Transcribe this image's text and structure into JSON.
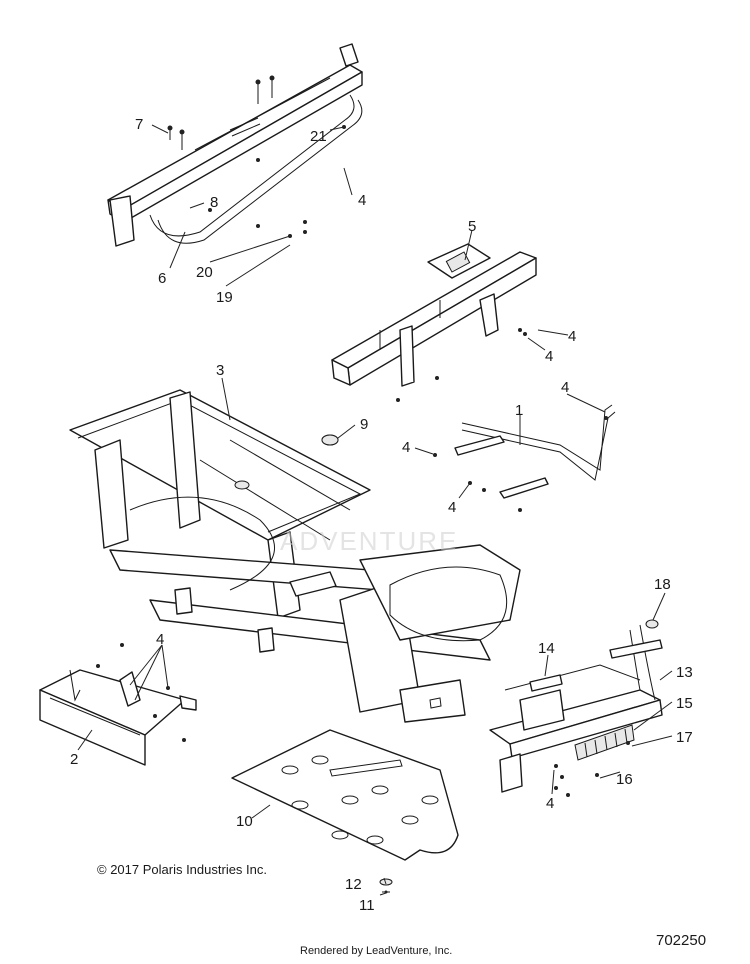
{
  "diagram": {
    "callouts": [
      "7",
      "21",
      "8",
      "4",
      "6",
      "20",
      "19",
      "5",
      "4",
      "4",
      "3",
      "9",
      "4",
      "1",
      "4",
      "4",
      "4",
      "18",
      "14",
      "13",
      "15",
      "17",
      "16",
      "4",
      "2",
      "10",
      "12",
      "11"
    ],
    "copyright": "© 2017 Polaris Industries Inc.",
    "rendered_by": "Rendered by LeadVenture, Inc.",
    "diagram_id": "702250",
    "watermark": "ADVENTURE"
  },
  "colors": {
    "line": "#1a1a1a",
    "background": "#ffffff",
    "watermark": "#cfcfcf"
  }
}
